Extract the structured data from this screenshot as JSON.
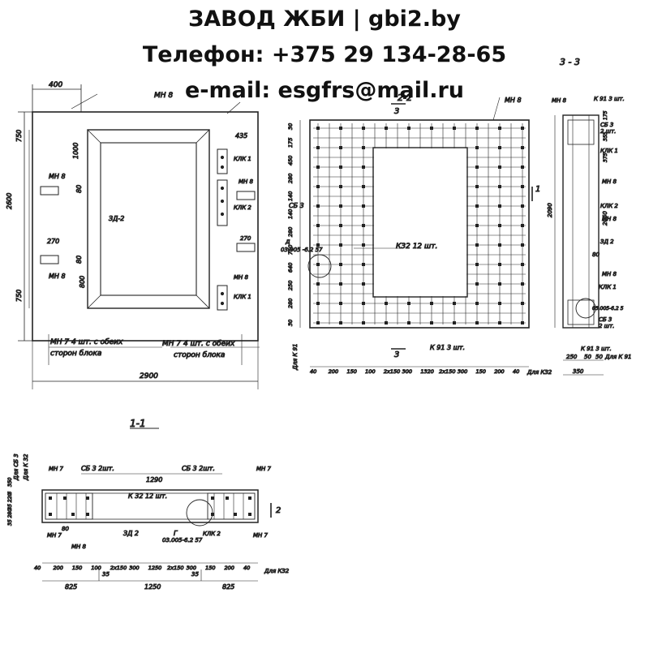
{
  "header": {
    "title": "ЗАВОД ЖБИ | gbi2.by",
    "phone": "Телефон: +375 29 134-28-65",
    "email": "e-mail: esgfrs@mail.ru"
  },
  "elevation": {
    "top_dim": "400",
    "mark_mn8_top": "МН 8",
    "left_dims": [
      "750",
      "1000",
      "2600",
      "750"
    ],
    "dim_270": "270",
    "dim_80a": "80",
    "dim_80b": "80",
    "mn8_left": "МН 8",
    "mn8_left2": "МН 8",
    "zd2": "ЗД-2",
    "dim_1000_inner": "1000",
    "dim_800_inner": "800",
    "dim_435": "435",
    "klk1a": "КЛК 1",
    "mn8_r1": "МН 8",
    "klk2": "КЛК 2",
    "dim_270r": "270",
    "mn8_r2": "МН 8",
    "klk1b": "КЛК 1",
    "note_left_1": "МН 7   4 шт. с обеих",
    "note_left_2": "сторон блока",
    "note_right_1": "МН 7   4 шт. с обеих",
    "note_right_2": "сторон блока",
    "bottom_dim": "2900"
  },
  "plan": {
    "label_22": "2-2",
    "mark_3top": "3",
    "mn8": "МН 8",
    "sb3": "СБ 3",
    "k32": "К32     12 шт.",
    "d": "д",
    "ref": "03.005 -6.2  57",
    "k91": "К 91    3 шт.",
    "mark_3bot": "3",
    "mark_1": "1",
    "left_dims": [
      "30",
      "175",
      "450",
      "280",
      "140",
      "140",
      "280",
      "750",
      "640",
      "250",
      "280",
      "30"
    ],
    "dla_k91": "Для К 91",
    "bottom_dims": [
      "40",
      "200",
      "150",
      "100",
      "2х150",
      "300",
      "1320",
      "2х150",
      "300",
      "150",
      "200",
      "40"
    ],
    "dla_k32": "Для К32"
  },
  "section33": {
    "label": "3 - 3",
    "mn8": "МН 8",
    "k91top": "К 91  3 шт.",
    "sb3a": "СБ 3",
    "sb3a_cnt": "2 шт.",
    "klk1": "КЛК 1",
    "mn8b": "МН 8",
    "klk2": "КЛК 2",
    "mn8c": "МН 8",
    "zd2": "ЗД 2",
    "dim_80": "80",
    "mn8d": "МН 8",
    "klk1b": "КЛК 1",
    "ref": "03.005-6.2 5",
    "sb3b": "СБ 3",
    "sb3b_cnt": "2 шт.",
    "k91bot": "К 91  3 шт.",
    "dims_right": [
      "175",
      "355",
      "375",
      "2050",
      "355",
      "375"
    ],
    "dim_2090": "2090",
    "bottom_dims": [
      "250",
      "50",
      "50"
    ],
    "dla_k91": "Для К 91",
    "dim_350": "350"
  },
  "section11": {
    "label": "1-1",
    "sb3a": "СБ 3  2шт.",
    "sb3b": "СБ 3  2шт.",
    "dim_1290": "1290",
    "mn7a": "МН 7",
    "mn7b": "МН 7",
    "mn7c": "МН 7",
    "mn7d": "МН 7",
    "k32": "К 32    12 шт.",
    "dla_sb3": "Для СБ 3",
    "dla_k32": "Для К 32",
    "zd2": "ЗД 2",
    "mn8": "МН 8",
    "klk2": "КЛК 2",
    "g": "Г",
    "ref": "03.005-6.2  57",
    "mark_2": "2",
    "left_dims": [
      "350",
      "6",
      "220",
      "35",
      "280",
      "35"
    ],
    "dim_80": "80",
    "bottom_dims": [
      "40",
      "200",
      "150",
      "100",
      "2х150",
      "300",
      "1250",
      "2х150",
      "300",
      "150",
      "200",
      "40"
    ],
    "dla_k32_b": "Для К32",
    "total_dims": [
      "825",
      "1250",
      "825"
    ],
    "dim_35a": "35",
    "dim_35b": "35"
  }
}
